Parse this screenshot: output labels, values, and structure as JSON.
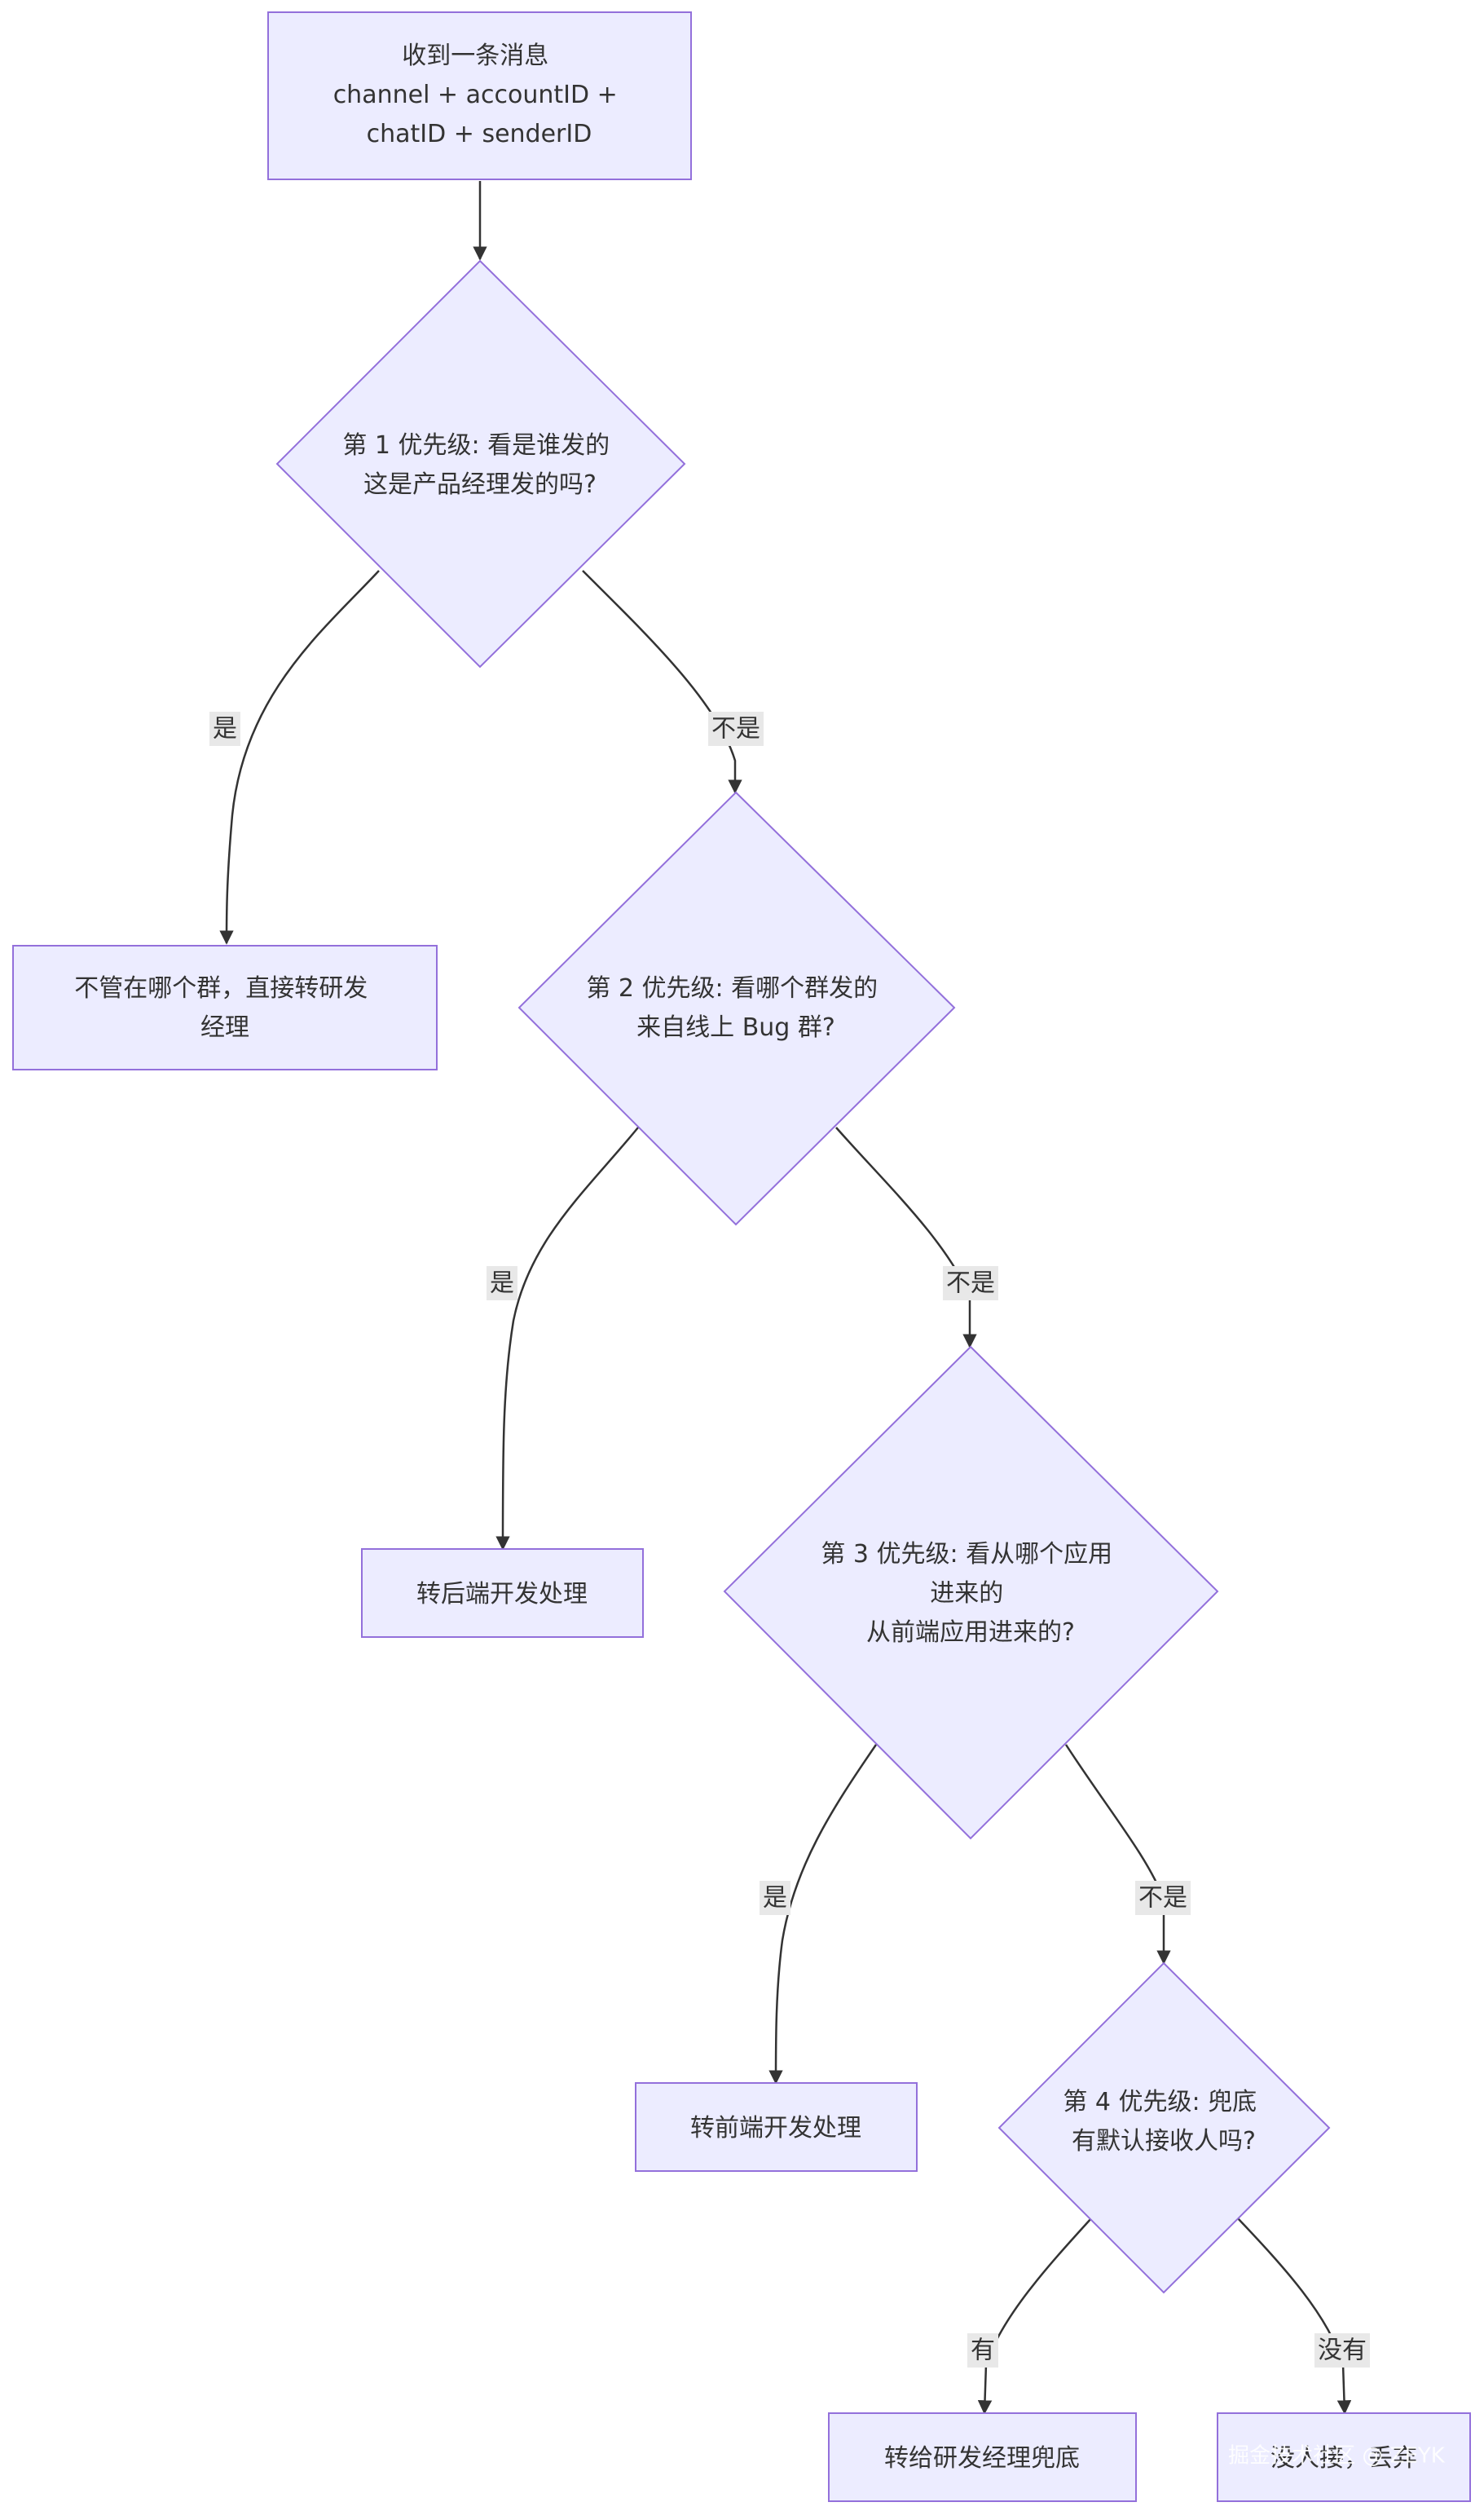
{
  "colors": {
    "node_fill": "#ECECFF",
    "node_stroke": "#9370DB",
    "edge": "#333333",
    "label_bg": "#E8E8E8",
    "text": "#333333"
  },
  "nodes": {
    "start": [
      "收到一条消息",
      "channel + accountID +",
      "chatID + senderID"
    ],
    "d1": [
      "第 1 优先级: 看是谁发的",
      "这是产品经理发的吗?"
    ],
    "pm": [
      "不管在哪个群，直接转研发",
      "经理"
    ],
    "d2": [
      "第 2 优先级: 看哪个群发的",
      "来自线上 Bug 群?"
    ],
    "backend": [
      "转后端开发处理"
    ],
    "d3": [
      "第 3 优先级: 看从哪个应用",
      "进来的",
      "从前端应用进来的?"
    ],
    "frontend": [
      "转前端开发处理"
    ],
    "d4": [
      "第 4 优先级: 兜底",
      "有默认接收人吗?"
    ],
    "fallback": [
      "转给研发经理兜底"
    ],
    "drop": [
      "没人接，丢弃"
    ]
  },
  "edges": {
    "d1_yes": "是",
    "d1_no": "不是",
    "d2_yes": "是",
    "d2_no": "不是",
    "d3_yes": "是",
    "d3_no": "不是",
    "d4_yes": "有",
    "d4_no": "没有"
  },
  "watermark": "掘金技术社区 @ ZEYK"
}
